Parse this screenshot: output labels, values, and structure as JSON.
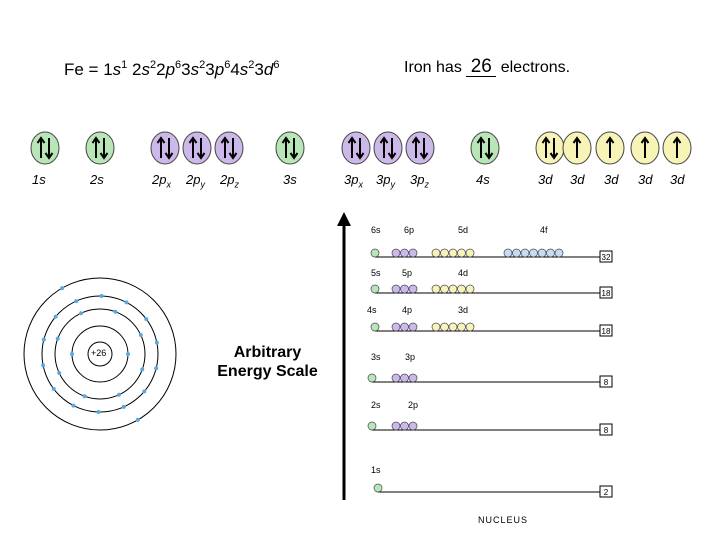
{
  "formula": {
    "prefix": "Fe = 1",
    "parts": [
      {
        "orb": "s",
        "sup": "1"
      },
      {
        "text": " 2"
      },
      {
        "orb": "s",
        "sup": "2"
      },
      {
        "text": "2"
      },
      {
        "orb": "p",
        "sup": "6"
      },
      {
        "text": "3"
      },
      {
        "orb": "s",
        "sup": "2"
      },
      {
        "text": "3"
      },
      {
        "orb": "p",
        "sup": "6"
      },
      {
        "text": "4"
      },
      {
        "orb": "s",
        "sup": "2"
      },
      {
        "text": "3"
      },
      {
        "orb": "d",
        "sup": "6"
      }
    ]
  },
  "iron": {
    "before": "Iron has ",
    "answer": "26",
    "after": " electrons."
  },
  "orbital_labels": [
    "1s",
    "2s",
    "2px",
    "2py",
    "2pz",
    "3s",
    "3px",
    "3py",
    "3pz",
    "4s",
    "3d",
    "3d",
    "3d",
    "3d",
    "3d"
  ],
  "colors": {
    "s": "#b9e6b7",
    "p": "#cdb8ea",
    "d": "#f8f4b8",
    "dots": "#a8e0c8",
    "node": "#5aa8e0"
  },
  "energy": {
    "title_line1": "Arbitrary",
    "title_line2": "Energy Scale",
    "levels": [
      {
        "labels": [
          "6s",
          "6p",
          "5d",
          "4f"
        ],
        "capacity": "32"
      },
      {
        "labels": [
          "5s",
          "5p",
          "4d"
        ],
        "capacity": "18"
      },
      {
        "labels": [
          "4s",
          "4p",
          "3d"
        ],
        "capacity": "18"
      },
      {
        "labels": [
          "3s",
          "3p"
        ],
        "capacity": "8"
      },
      {
        "labels": [
          "2s",
          "2p"
        ],
        "capacity": "8"
      },
      {
        "labels": [
          "1s"
        ],
        "capacity": "2"
      }
    ],
    "nucleus_label": "NUCLEUS"
  },
  "atom": {
    "nucleus_label": "+26"
  }
}
